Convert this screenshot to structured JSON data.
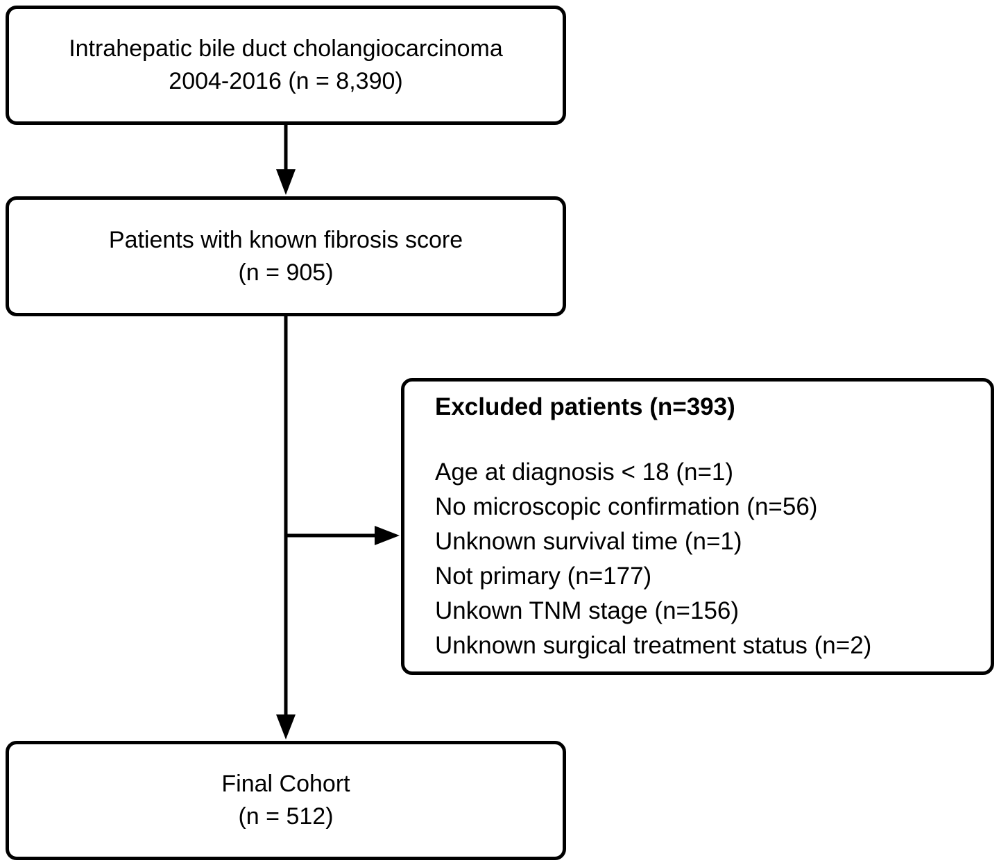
{
  "figure": {
    "background": "#ffffff",
    "line_color": "#000000"
  },
  "nodes": {
    "source": {
      "line1": "Intrahepatic bile duct cholangiocarcinoma",
      "line2": "2004-2016 (n = 8,390)"
    },
    "fibrosis": {
      "line1": "Patients with known fibrosis score",
      "line2": "(n = 905)"
    },
    "excluded": {
      "title": "Excluded patients (n=393)",
      "items": [
        "Age at diagnosis < 18 (n=1)",
        "No microscopic confirmation (n=56)",
        "Unknown survival time (n=1)",
        "Not primary (n=177)",
        "Unkown TNM stage (n=156)",
        "Unknown surgical treatment status (n=2)"
      ]
    },
    "final": {
      "line1": "Final Cohort",
      "line2": "(n = 512)"
    }
  },
  "edges": [
    {
      "from": "source",
      "to": "fibrosis",
      "type": "arrow-down"
    },
    {
      "from": "fibrosis",
      "to": "excluded",
      "type": "arrow-branch-right"
    },
    {
      "from": "fibrosis",
      "to": "final",
      "type": "arrow-down"
    }
  ]
}
